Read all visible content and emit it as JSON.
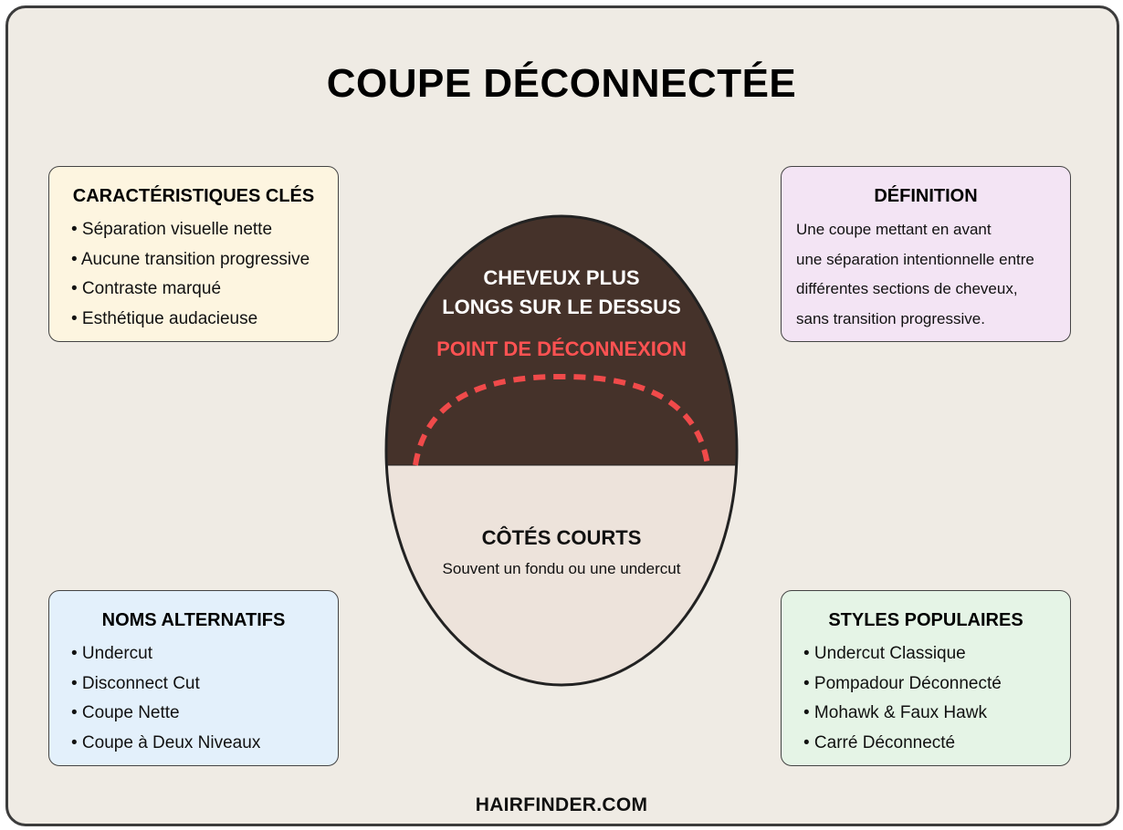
{
  "title": "COUPE DÉCONNECTÉE",
  "key_features": {
    "heading": "CARACTÉRISTIQUES CLÉS",
    "items": [
      "• Séparation visuelle nette",
      "• Aucune transition progressive",
      "• Contraste marqué",
      "• Esthétique audacieuse"
    ]
  },
  "definition": {
    "heading": "DÉFINITION",
    "lines": [
      "Une coupe mettant en avant",
      "une séparation intentionnelle entre",
      "différentes sections de cheveux,",
      "sans transition progressive."
    ]
  },
  "alternative_names": {
    "heading": "NOMS ALTERNATIFS",
    "items": [
      "• Undercut",
      "• Disconnect Cut",
      "• Coupe Nette",
      "• Coupe à Deux Niveaux"
    ]
  },
  "popular_styles": {
    "heading": "STYLES POPULAIRES",
    "items": [
      "• Undercut Classique",
      "• Pompadour Déconnecté",
      "• Mohawk & Faux Hawk",
      "• Carré Déconnecté"
    ]
  },
  "head": {
    "top_label_line1": "CHEVEUX PLUS",
    "top_label_line2": "LONGS SUR LE DESSUS",
    "disconnect_label": "POINT DE DÉCONNEXION",
    "sides_label": "CÔTÉS COURTS",
    "sides_sub": "Souvent un fondu ou une undercut"
  },
  "footer": "HAIRFINDER.COM",
  "colors": {
    "background": "#efebe4",
    "hair": "#45322a",
    "skin": "#ede3db",
    "disconnect": "#f04a4a",
    "key_features_bg": "#fdf5e0",
    "definition_bg": "#f3e4f4",
    "alternative_names_bg": "#e3f0fb",
    "popular_styles_bg": "#e5f4e6"
  }
}
